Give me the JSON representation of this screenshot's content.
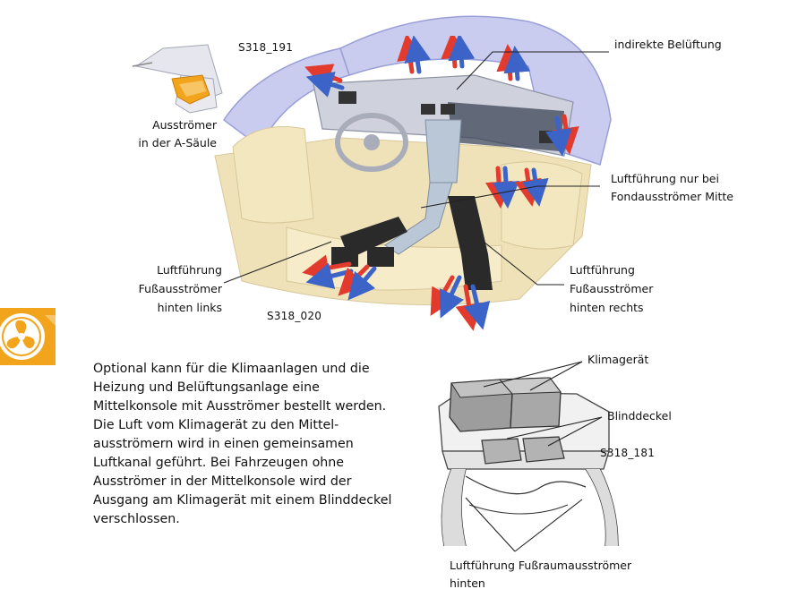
{
  "figure_top": {
    "ref_top": "S318_191",
    "ref_bottom": "S318_020",
    "labels": {
      "a_saeule_1": "Ausströmer",
      "a_saeule_2": "in der A-Säule",
      "indirekt": "indirekte Belüftung",
      "fond_1": "Luftführung nur bei",
      "fond_2": "Fondausströmer Mitte",
      "links_1": "Luftführung",
      "links_2": "Fußausströmer",
      "links_3": "hinten links",
      "rechts_1": "Luftführung",
      "rechts_2": "Fußausströmer",
      "rechts_3": "hinten rechts"
    }
  },
  "body_text": "Optional kann für die Klimaanlagen und die\nHeizung und Belüftungsanlage eine\nMittelkonsole mit Ausströmer bestellt werden.\nDie Luft vom Klimagerät zu den Mittel-\nausströmern wird in einen gemeinsamen\nLuftkanal geführt. Bei Fahrzeugen ohne\nAusströmer in der Mittelkonsole wird der\nAusgang am Klimagerät mit einem Blinddeckel\nverschlossen.",
  "figure_bottom": {
    "ref": "S318_181",
    "labels": {
      "klimageraet": "Klimagerät",
      "blinddeckel": "Blinddeckel",
      "fussraum_1": "Luftführung Fußraumausströmer",
      "fussraum_2": "hinten"
    }
  },
  "colors": {
    "icon_orange": "#f2a51c",
    "arrow_red": "#e23b2e",
    "arrow_blue": "#3b63c8",
    "car_body": "#c9ccef",
    "interior_beige": "#efe2b8",
    "duct_dark": "#2a2a2a",
    "duct_light": "#b9c7d6"
  },
  "icons": {
    "section_icon": "fan-icon"
  }
}
